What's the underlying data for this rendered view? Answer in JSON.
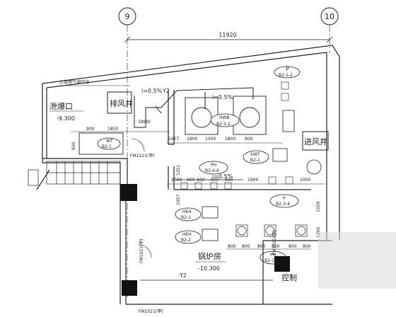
{
  "axes": {
    "left": "9",
    "right": "10",
    "overall_dim": "11920"
  },
  "rooms": {
    "explosion_vent": {
      "label": "泄爆口",
      "level": "-9.300"
    },
    "exhaust_shaft": "排风井",
    "intake_shaft": "进风井",
    "boiler_room": {
      "label": "锅炉房",
      "level": "-10.300"
    },
    "control_room": "控制"
  },
  "top_note": "上接燃气调压站",
  "pipe": {
    "y2_top": "Y2",
    "slope_top1": "i=0.5%",
    "slope_top2": "i=0.5%",
    "dn": "DN80",
    "slope_mid": "i=0.5%",
    "y2_bottom": "Y2"
  },
  "doors": {
    "fm1": "FM1521(甲)",
    "fm2": "FM1021(甲)",
    "fm3": "FM1021(甲)",
    "fm4": "FM1021(甲)"
  },
  "equipment": {
    "p_top": {
      "code": "P",
      "tag": "B2-1-2"
    },
    "hwb": {
      "code": "HWB",
      "tag": "B2-1-2"
    },
    "wt": {
      "code": "WT",
      "tag": "B2-1"
    },
    "ph_mid": {
      "code": "PH",
      "tag": "B2-4-6"
    },
    "swt": {
      "code": "SWT",
      "tag": "B2-1"
    },
    "p_mid": {
      "code": "P",
      "tag": "B2-3-4"
    },
    "heh1": {
      "code": "HEH",
      "tag": "B2-1"
    },
    "heh2": {
      "code": "HEH",
      "tag": "B2-2"
    },
    "ph_low": {
      "code": "PH",
      "tag": "B2-1-3"
    }
  },
  "dims": {
    "d900": "900",
    "d1850": "1850",
    "d600": "600",
    "d1457": "1457",
    "d1800": "1800",
    "d1500": "1500",
    "d800": "800",
    "d1251": "1251",
    "d1957": "1957",
    "d2000": "2000",
    "d1900": "1900",
    "d1000": "1000",
    "d1559": "1559",
    "d1200": "1200"
  },
  "colors": {
    "line": "#1a1a1a",
    "fill": "#888888",
    "watermark": "#d9d9d9"
  }
}
